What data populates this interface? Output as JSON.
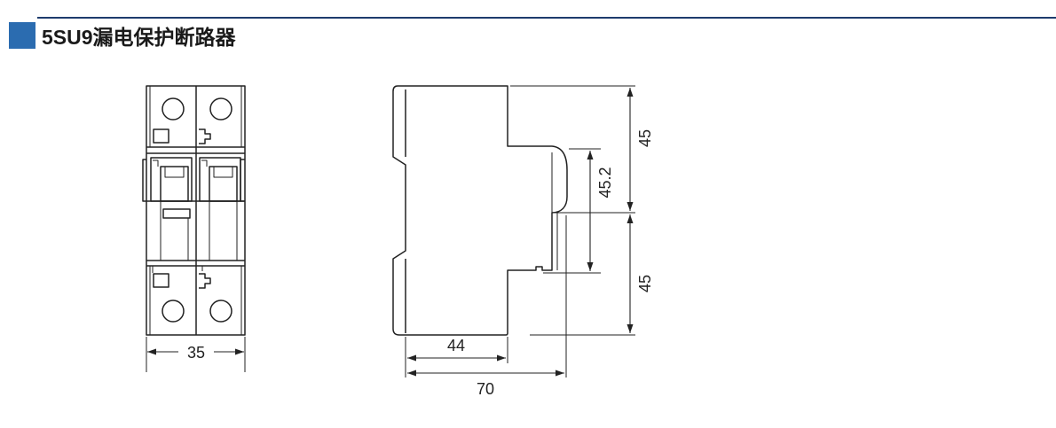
{
  "header": {
    "title": "5SU9漏电保护断路器"
  },
  "colors": {
    "accent": "#2b6cb0",
    "rule": "#1d3b6d",
    "line": "#222222"
  },
  "front_view": {
    "width_label": "35"
  },
  "side_view": {
    "depth_inner_label": "44",
    "depth_total_label": "70",
    "upper_height_label": "45",
    "lower_height_label": "45",
    "rail_height_label": "45.2"
  }
}
